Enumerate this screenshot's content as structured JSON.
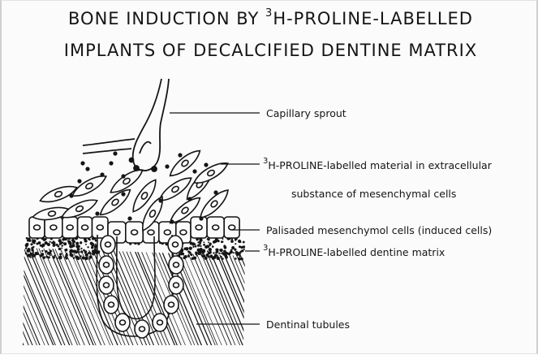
{
  "title": {
    "line1_prefix": "BONE INDUCTION BY ",
    "line1_sup": "3",
    "line1_suffix": "H-PROLINE-LABELLED",
    "line2": "IMPLANTS OF DECALCIFIED DENTINE MATRIX"
  },
  "labels": {
    "capillary": "Capillary sprout",
    "material_sup": "3",
    "material_line1": "H-PROLINE-labelled material in extracellular",
    "material_line2": "substance of mesenchymal cells",
    "palisaded": "Palisaded mesenchymol cells (induced cells)",
    "matrix_sup": "3",
    "matrix": "H-PROLINE-labelled dentine matrix",
    "tubules": "Dentinal tubules"
  },
  "colors": {
    "ink": "#151515",
    "background": "#fbfbfb"
  }
}
